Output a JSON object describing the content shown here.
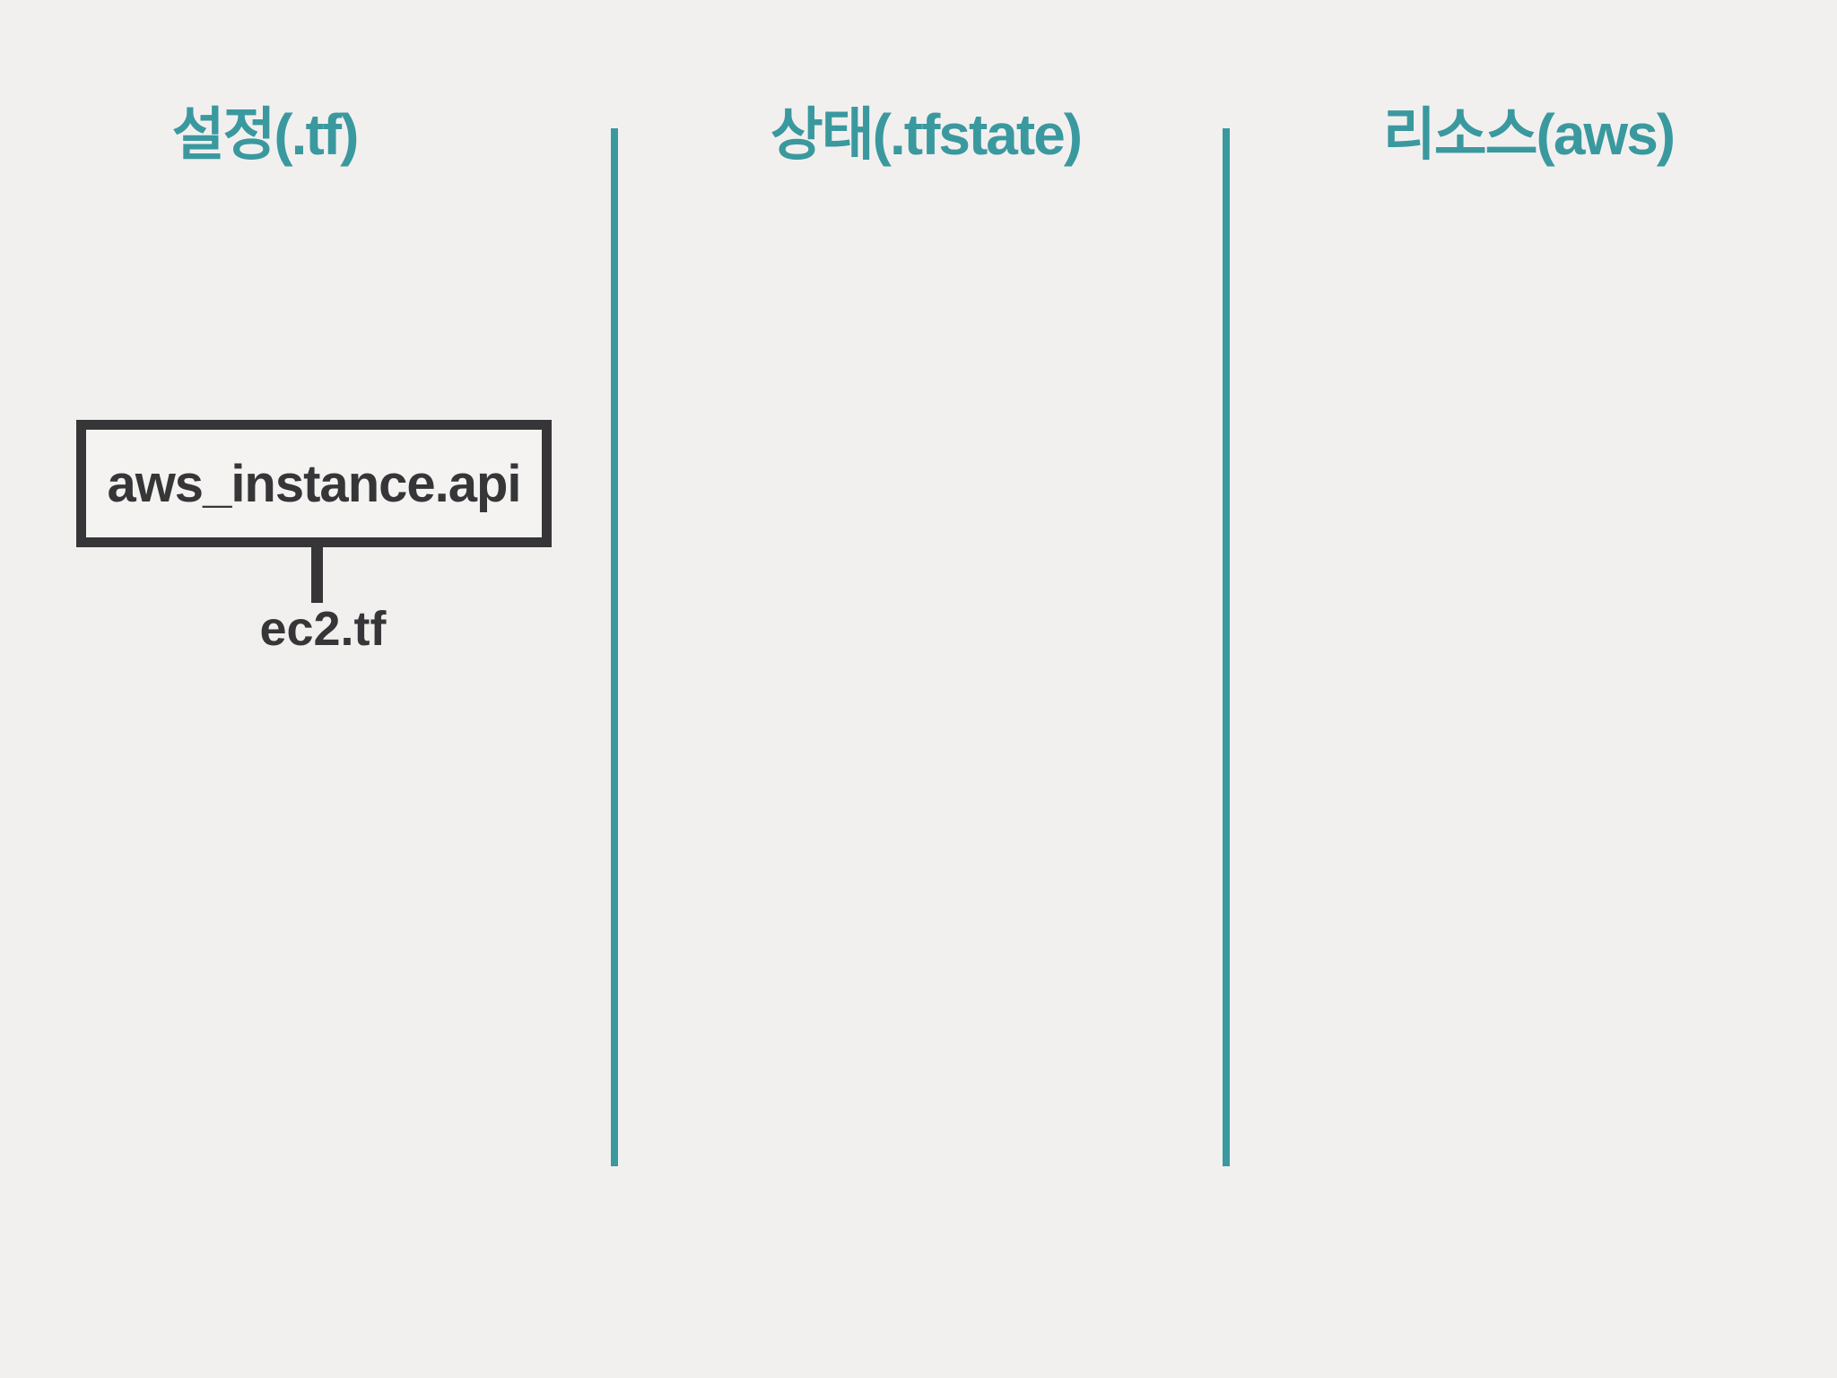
{
  "colors": {
    "background": "#f2f0ef",
    "accent_teal": "#3a999f",
    "dark_charcoal": "#363638"
  },
  "columns": [
    {
      "header": "설정(.tf)"
    },
    {
      "header": "상태(.tfstate)"
    },
    {
      "header": "리소스(aws)"
    }
  ],
  "config_column": {
    "resource_box_label": "aws_instance.api",
    "file_label": "ec2.tf"
  }
}
